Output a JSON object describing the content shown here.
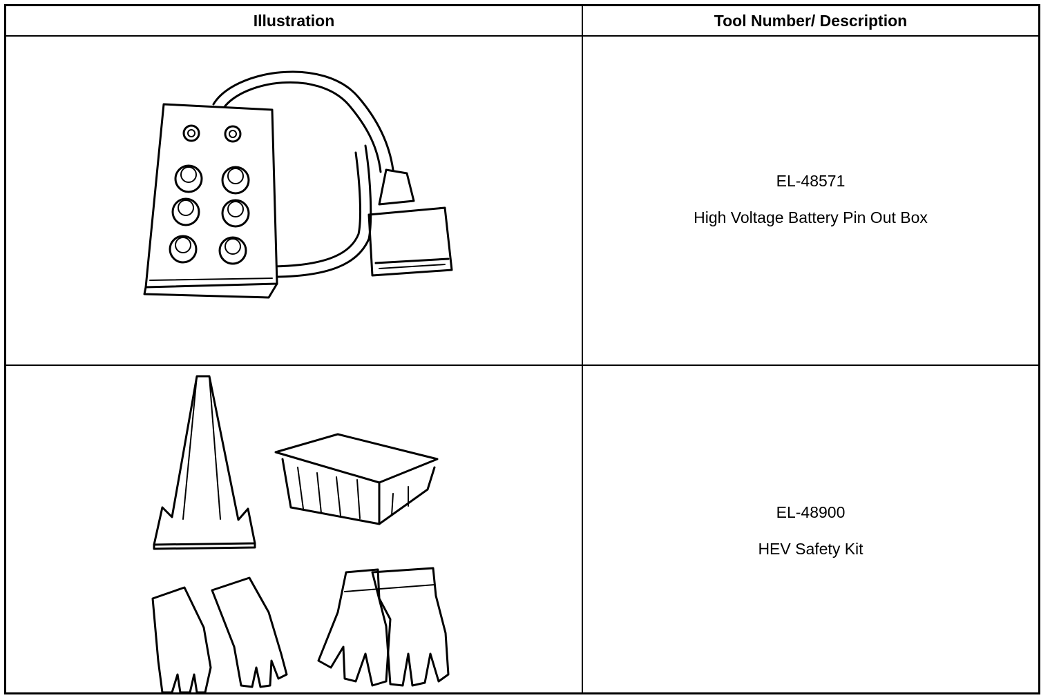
{
  "table": {
    "headers": {
      "illustration": "Illustration",
      "tool": "Tool Number/ Description"
    },
    "rows": [
      {
        "illustration_icon": "pin-out-box-icon",
        "tool_number": "EL-48571",
        "description": "High Voltage Battery Pin Out Box"
      },
      {
        "illustration_icon": "safety-kit-icon",
        "tool_number": "EL-48900",
        "description": "HEV Safety Kit"
      }
    ]
  }
}
